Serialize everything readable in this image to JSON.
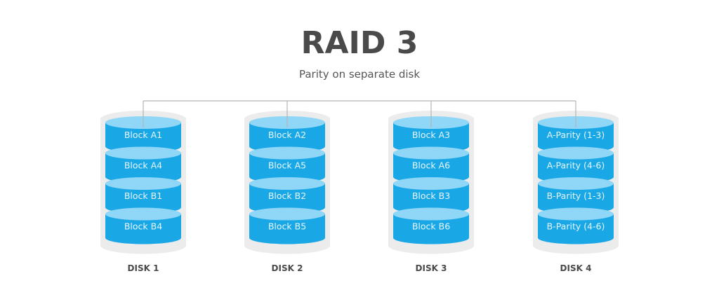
{
  "diagram": {
    "title": "RAID 3",
    "subtitle": "Parity on separate disk",
    "colors": {
      "title": "#4a4a4a",
      "subtitle": "#555555",
      "connector": "#b5b5b5",
      "tray": "#ececec",
      "segment_body": "#1aa7e6",
      "segment_top": "#8fd6f7",
      "segment_text": "#e6f6fd",
      "disk_label": "#4a4a4a"
    },
    "disks": [
      {
        "label": "DISK 1",
        "blocks": [
          "Block A1",
          "Block A4",
          "Block B1",
          "Block B4"
        ]
      },
      {
        "label": "DISK 2",
        "blocks": [
          "Block A2",
          "Block A5",
          "Block B2",
          "Block B5"
        ]
      },
      {
        "label": "DISK 3",
        "blocks": [
          "Block A3",
          "Block A6",
          "Block B3",
          "Block B6"
        ]
      },
      {
        "label": "DISK 4",
        "blocks": [
          "A-Parity (1-3)",
          "A-Parity (4-6)",
          "B-Parity (1-3)",
          "B-Parity (4-6)"
        ]
      }
    ]
  }
}
